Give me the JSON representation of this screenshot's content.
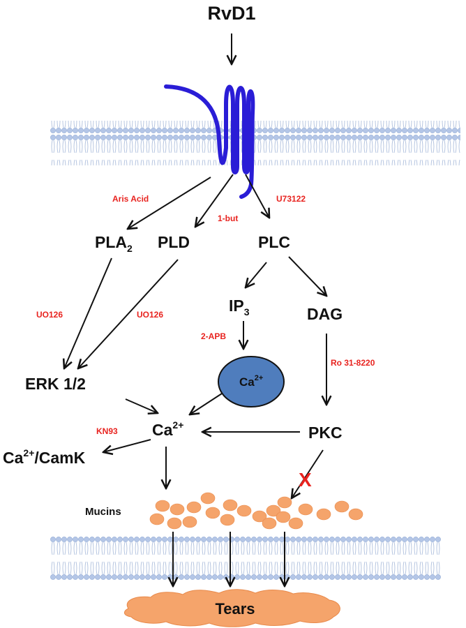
{
  "colors": {
    "receptor": "#2a1dd6",
    "membrane": "#b4c6e7",
    "inhibitor": "#e8231f",
    "store": "#4f7dbd",
    "vesicle": "#f5a46b",
    "arrow": "#111111"
  },
  "nodes": {
    "ligand": "RvD1",
    "pla2": "PLA",
    "pla2_sub": "2",
    "pld": "PLD",
    "plc": "PLC",
    "ip3": "IP",
    "ip3_sub": "3",
    "dag": "DAG",
    "erk": "ERK 1/2",
    "ca_store": "Ca",
    "ca_store_sup": "2+",
    "ca": "Ca",
    "ca_sup": "2+",
    "pkc": "PKC",
    "camk_pre": "Ca",
    "camk_sup": "2+",
    "camk_post": "/CamK",
    "mucins": "Mucins",
    "tears": "Tears"
  },
  "inhibitors": {
    "aris_acid": "Aris Acid",
    "one_but": "1-but",
    "u73122": "U73122",
    "uo126_left": "UO126",
    "uo126_right": "UO126",
    "two_apb": "2-APB",
    "ro31": "Ro 31-8220",
    "kn93": "KN93",
    "block_mark": "X"
  },
  "icons": {
    "receptor": "gpcr-receptor-icon",
    "membrane": "lipid-bilayer-icon",
    "vesicle": "mucin-vesicle-icon"
  }
}
